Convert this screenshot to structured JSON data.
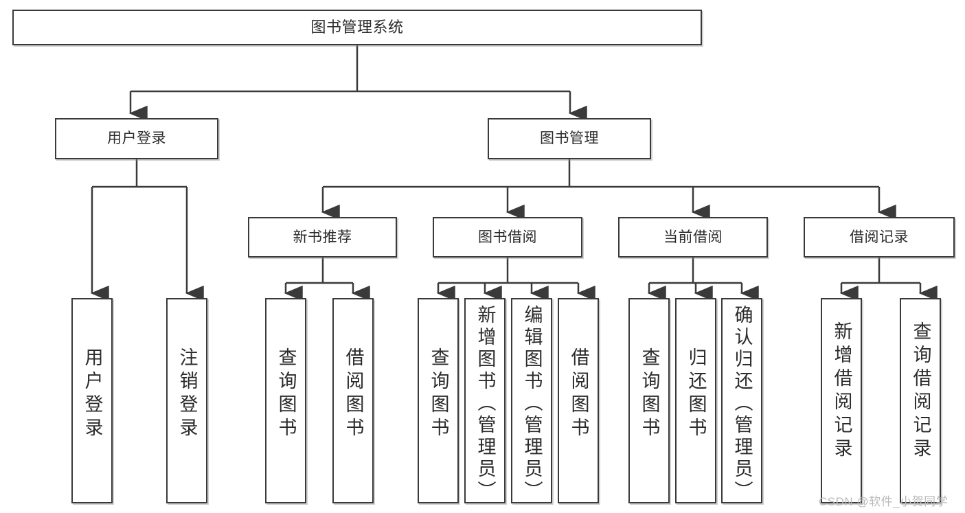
{
  "diagram": {
    "title": "图书管理系统",
    "root": {
      "label": "图书管理系统"
    },
    "level2": [
      {
        "label": "用户登录"
      },
      {
        "label": "图书管理"
      }
    ],
    "level3": [
      {
        "label": "新书推荐"
      },
      {
        "label": "图书借阅"
      },
      {
        "label": "当前借阅"
      },
      {
        "label": "借阅记录"
      }
    ],
    "leaves": [
      {
        "label": "用户登录"
      },
      {
        "label": "注销登录"
      },
      {
        "label": "查询图书"
      },
      {
        "label": "借阅图书"
      },
      {
        "label": "查询图书"
      },
      {
        "label": "新增图书（管理员）"
      },
      {
        "label": "编辑图书（管理员）"
      },
      {
        "label": "借阅图书"
      },
      {
        "label": "查询图书"
      },
      {
        "label": "归还图书"
      },
      {
        "label": "确认归还（管理员）"
      },
      {
        "label": "新增借阅记录"
      },
      {
        "label": "查询借阅记录"
      }
    ],
    "watermark": "CSDN @软件_小贺同学",
    "colors": {
      "stroke": "#3a3a3a",
      "text": "#2b2b2b",
      "background": "#ffffff",
      "watermark": "#b9b9b9"
    }
  }
}
